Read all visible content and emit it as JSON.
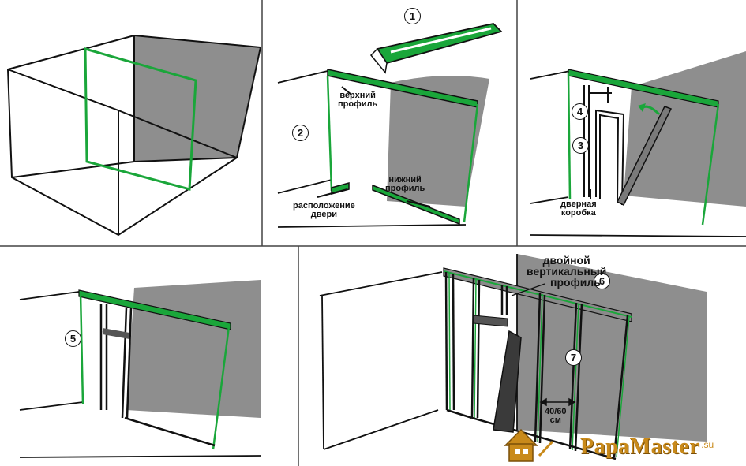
{
  "labels": {
    "top_profile_line1": "верхний",
    "top_profile_line2": "профиль",
    "bottom_profile_line1": "нижний",
    "bottom_profile_line2": "профиль",
    "door_location_line1": "расположение",
    "door_location_line2": "двери",
    "door_frame_line1": "дверная",
    "door_frame_line2": "коробка",
    "double_profile_line1": "двойной",
    "double_profile_line2": "вертикальный",
    "double_profile_line3": "профиль",
    "spacing_line1": "40/60",
    "spacing_line2": "см"
  },
  "steps": [
    "1",
    "2",
    "3",
    "4",
    "5",
    "6",
    "7"
  ],
  "watermark": {
    "text": "PapaMaster",
    "suffix": ".su"
  },
  "colors": {
    "profile_green": "#1aa63a",
    "wall_gray": "#8e8e8e",
    "line": "#111111",
    "brand": "#c98a1a"
  }
}
